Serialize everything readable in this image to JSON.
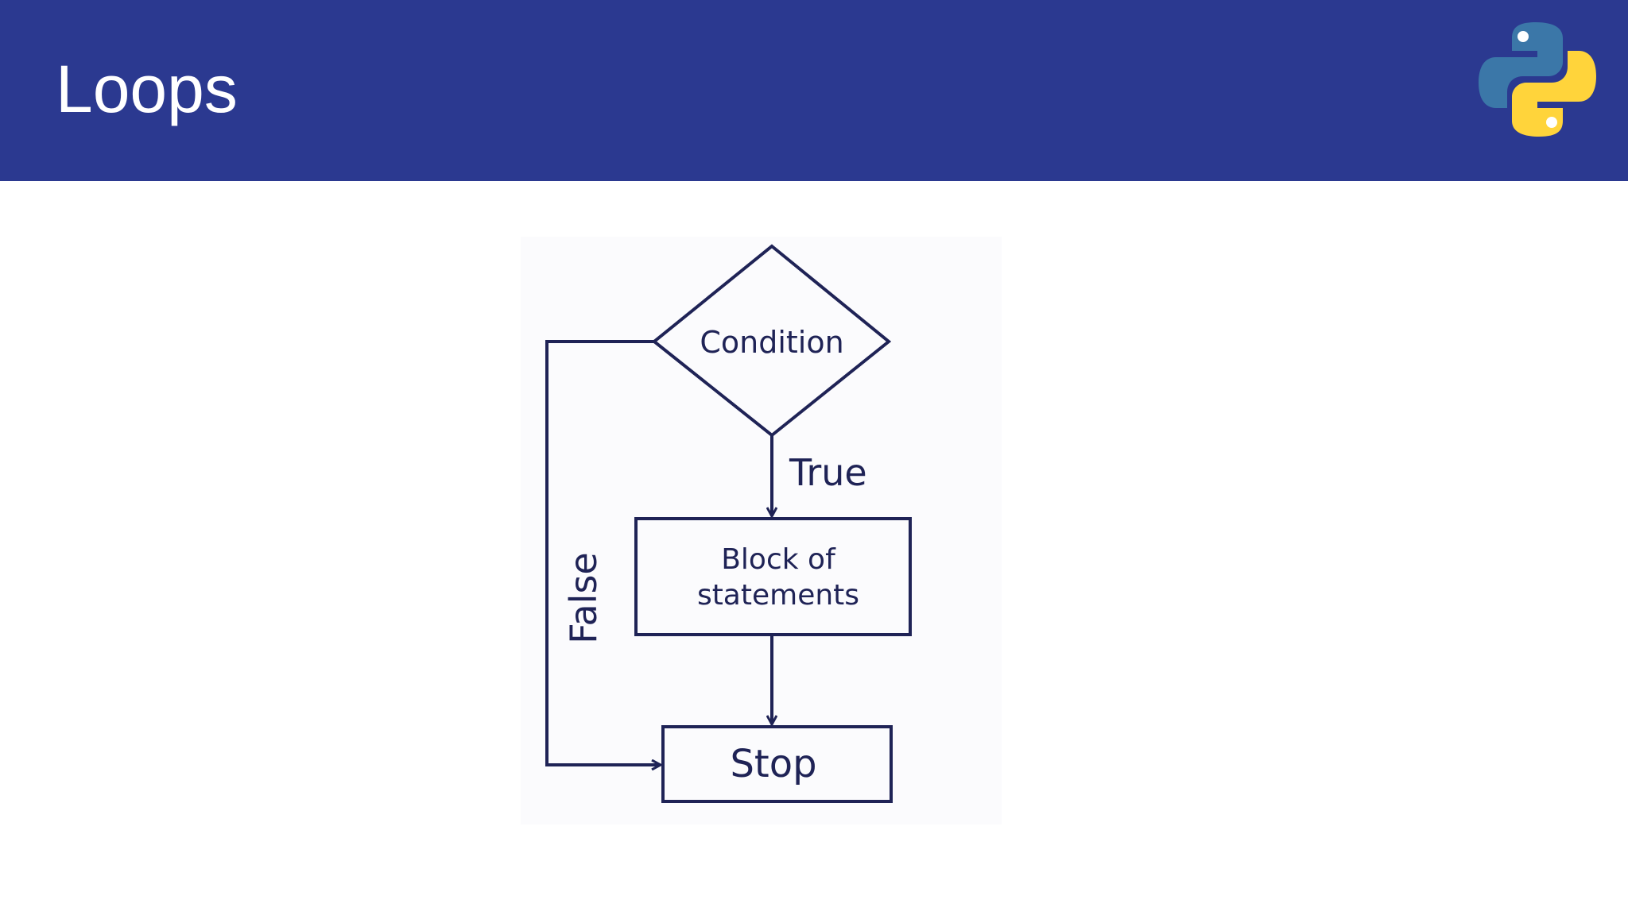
{
  "slide": {
    "title": "Loops"
  },
  "logo": {
    "icon": "python-logo-icon",
    "colors": {
      "blue": "#3b77a8",
      "yellow": "#ffd43b"
    }
  },
  "colors": {
    "header_background": "#2b3990",
    "diagram_stroke": "#1f2356",
    "slide_background": "#ffffff"
  },
  "flowchart": {
    "decision": {
      "label": "Condition"
    },
    "true_label": "True",
    "false_label": "False",
    "block": {
      "line1": "Block of",
      "line2": "statements"
    },
    "stop": {
      "label": "Stop"
    }
  }
}
